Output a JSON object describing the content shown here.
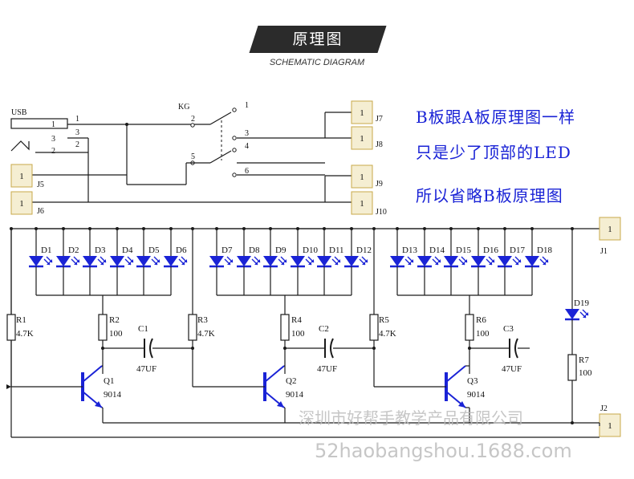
{
  "header": {
    "title": "原理图",
    "subtitle": "SCHEMATIC DIAGRAM"
  },
  "notes": [
    "B板跟A板原理图一样",
    "只是少了顶部的LED",
    "所以省略B板原理图"
  ],
  "watermark": {
    "company": "深圳市好帮手教学产品有限公司",
    "url": "52haobangshou.1688.com"
  },
  "labels": {
    "usb": "USB",
    "usb_pins": [
      "1",
      "3",
      "2"
    ],
    "usb_rpins": [
      "1",
      "3",
      "2"
    ],
    "kg": "KG",
    "kg_pins": [
      "1",
      "2",
      "3",
      "4",
      "5",
      "6"
    ],
    "conn_box": "1",
    "connectors": [
      "J5",
      "J6",
      "J7",
      "J8",
      "J9",
      "J10",
      "J1",
      "J2"
    ],
    "leds_row": [
      "D1",
      "D2",
      "D3",
      "D4",
      "D5",
      "D6",
      "D7",
      "D8",
      "D9",
      "D10",
      "D11",
      "D12",
      "D13",
      "D14",
      "D15",
      "D16",
      "D17",
      "D18"
    ],
    "d19": "D19",
    "r_names": [
      "R1",
      "R2",
      "R3",
      "R4",
      "R5",
      "R6"
    ],
    "r_values": [
      "4.7K",
      "100",
      "4.7K",
      "100",
      "4.7K",
      "100"
    ],
    "r7_name": "R7",
    "r7_value": "100",
    "caps": [
      "C1",
      "C2",
      "C3"
    ],
    "cap_value": "47UF",
    "transistors": [
      "Q1",
      "Q2",
      "Q3"
    ],
    "transistor_type": "9014"
  },
  "colors": {
    "wire": "#1a1a1a",
    "component": "#1a23d6",
    "connector_fill": "#f5eed2",
    "connector_border": "#c8a84a",
    "note_text": "#1a23d6"
  }
}
